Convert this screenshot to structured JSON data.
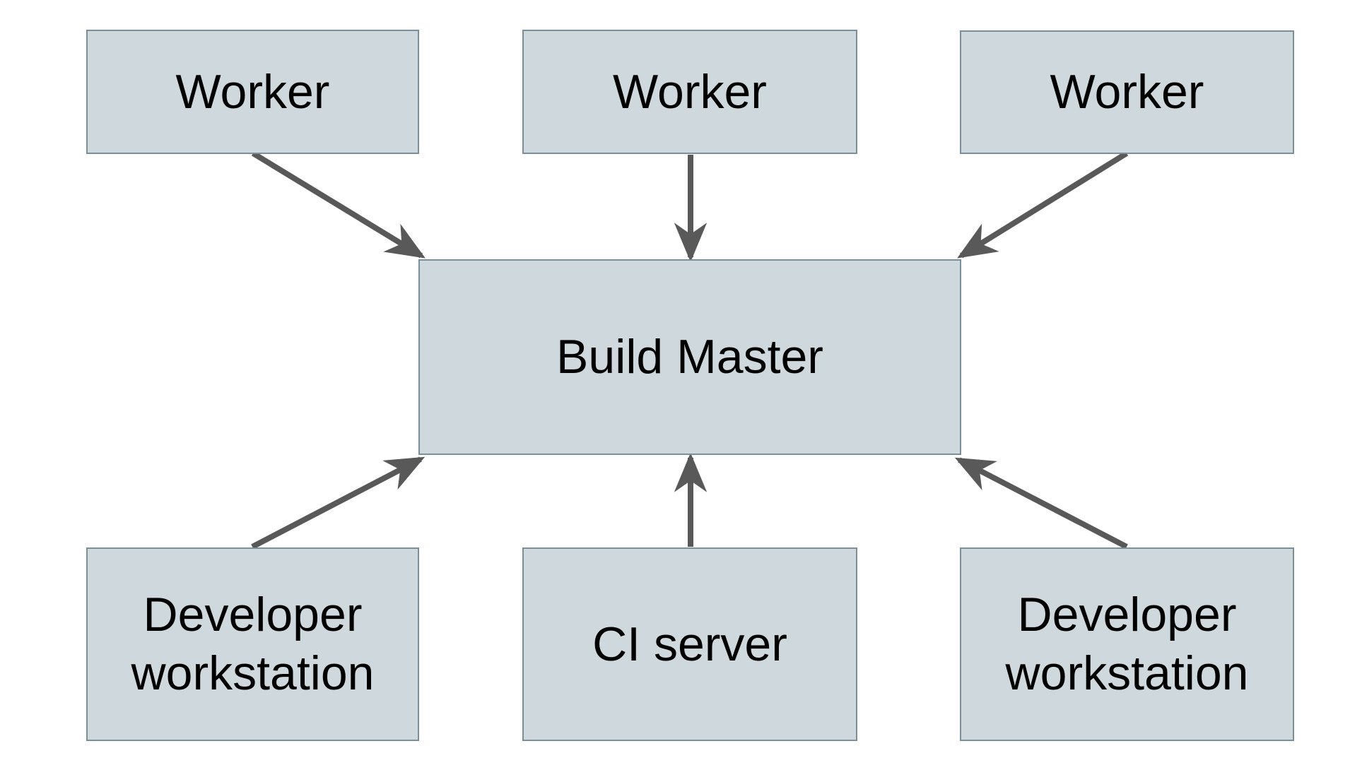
{
  "diagram": {
    "colors": {
      "background": "#ffffff",
      "node_fill": "#cfd8dc",
      "node_border": "#7a8f9a",
      "arrow": "#595959",
      "text": "#000000"
    },
    "nodes": [
      {
        "id": "worker-1",
        "label": "Worker"
      },
      {
        "id": "worker-2",
        "label": "Worker"
      },
      {
        "id": "worker-3",
        "label": "Worker"
      },
      {
        "id": "build-master",
        "label": "Build Master"
      },
      {
        "id": "developer-workstation-left",
        "label": "Developer workstation"
      },
      {
        "id": "ci-server",
        "label": "CI server"
      },
      {
        "id": "developer-workstation-right",
        "label": "Developer workstation"
      }
    ],
    "edges": [
      {
        "from": "worker-1",
        "to": "build-master"
      },
      {
        "from": "worker-2",
        "to": "build-master"
      },
      {
        "from": "worker-3",
        "to": "build-master"
      },
      {
        "from": "developer-workstation-left",
        "to": "build-master"
      },
      {
        "from": "ci-server",
        "to": "build-master"
      },
      {
        "from": "developer-workstation-right",
        "to": "build-master"
      }
    ]
  }
}
